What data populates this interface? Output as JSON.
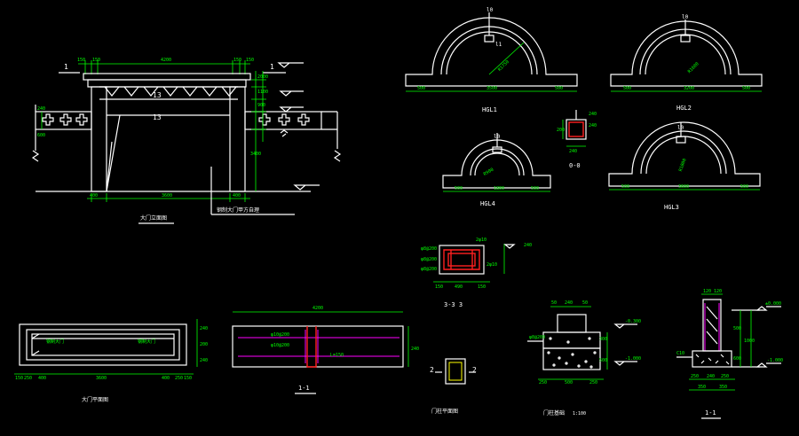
{
  "colors": {
    "background": "#000000",
    "line": "#ffffff",
    "dim": "#00ff00",
    "accent": "#ff00ff",
    "section": "#ff2020"
  },
  "elevation": {
    "title": "大门立面图",
    "callout": "钢制大门甲方自理",
    "section_mark": "1",
    "member_labels": [
      "13",
      "13"
    ],
    "dims_top": [
      "150",
      "150",
      "4200",
      "150",
      "150"
    ],
    "dims_bottom": [
      "400",
      "3600",
      "400"
    ],
    "dims_right": [
      "2000",
      "1100",
      "900",
      "3400",
      "240",
      "600"
    ]
  },
  "arches": [
    {
      "title": "HGL1",
      "radius": "R1750",
      "top": "l0",
      "top2": "l1",
      "dims": [
        "500",
        "3500",
        "500"
      ]
    },
    {
      "title": "HGL2",
      "radius": "R1600",
      "top": "l0",
      "dims": [
        "500",
        "3200",
        "500"
      ]
    },
    {
      "title": "HGL4",
      "radius": "R900",
      "top": "l0",
      "dims": [
        "500",
        "1800",
        "500"
      ]
    },
    {
      "title": "HGL3",
      "radius": "R1800",
      "top": "l0",
      "dims": [
        "500",
        "3600",
        "500"
      ]
    }
  ],
  "detail_00": {
    "title": "0-0",
    "dims": [
      "200",
      "240",
      "240",
      "240"
    ]
  },
  "detail_33": {
    "title": "3-3 3",
    "dims_left": [
      "φ8@200",
      "φ8@200",
      "φ8@200"
    ],
    "dims_bottom": [
      "150",
      "490",
      "150"
    ],
    "dims_right": [
      "2φ10",
      "2φ10",
      "240"
    ]
  },
  "plan": {
    "title": "大门平面图",
    "label_left": "钢制大门",
    "label_right": "钢制大门",
    "dims_bottom": [
      "150",
      "250",
      "400",
      "3600",
      "400",
      "250",
      "150"
    ],
    "dims_right": [
      "240",
      "200",
      "240"
    ]
  },
  "section11a": {
    "title": "1-1",
    "dim_top": "4200",
    "dim_right": "240",
    "notes": [
      "φ10@200",
      "φ10@200",
      "L=150"
    ]
  },
  "pillar_plan": {
    "title": "门柱平面图",
    "mark": "2"
  },
  "pillar_found": {
    "title": "门柱基础",
    "scale": "1:100",
    "dims_top": [
      "50",
      "240",
      "50"
    ],
    "dims_bottom": [
      "250",
      "500",
      "250"
    ],
    "dims_right": [
      "300",
      "500"
    ],
    "labels": [
      "φ8@200",
      "-0.300",
      "-1.000"
    ]
  },
  "section11b": {
    "title": "1-1",
    "dims_top": [
      "120",
      "120"
    ],
    "dims_bottom": [
      "250",
      "240",
      "250",
      "350",
      "350"
    ],
    "dims_right": [
      "500",
      "600",
      "1000"
    ],
    "labels": [
      "±0.000",
      "-1.000",
      "C10"
    ]
  }
}
